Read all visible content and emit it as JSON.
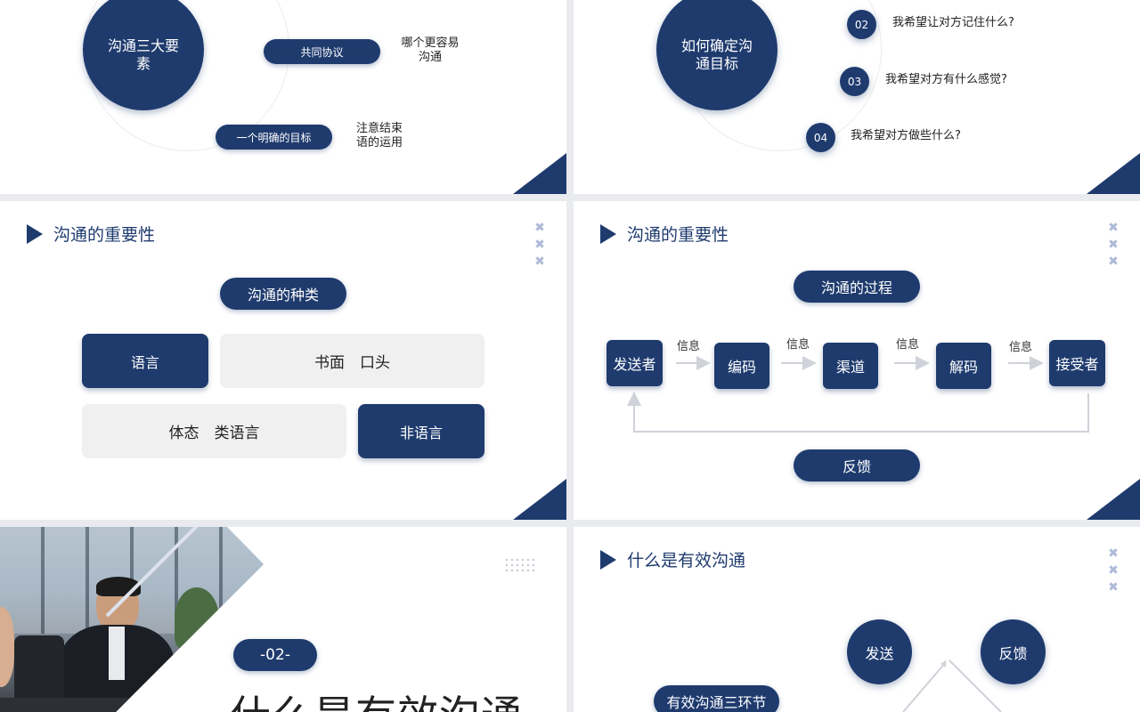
{
  "slide1": {
    "circle": "沟通三大要素",
    "pill1": "共同协议",
    "text1": "哪个更容易沟通",
    "pill2": "一个明确的目标",
    "text2": "注意结束语的运用"
  },
  "slide2": {
    "circle": "如何确定沟通目标",
    "items": [
      {
        "num": "02",
        "text": "我希望让对方记住什么?"
      },
      {
        "num": "03",
        "text": "我希望对方有什么感觉?"
      },
      {
        "num": "04",
        "text": "我希望对方做些什么?"
      }
    ]
  },
  "slide3": {
    "heading": "沟通的重要性",
    "pill": "沟通的种类",
    "box1": "语言",
    "box2": "书面　口头",
    "box3": "体态　类语言",
    "box4": "非语言"
  },
  "slide4": {
    "heading": "沟通的重要性",
    "pill": "沟通的过程",
    "nodes": [
      "发送者",
      "编码",
      "渠道",
      "解码",
      "接受者"
    ],
    "arrow_label": "信息",
    "feedback": "反馈"
  },
  "slide5": {
    "number": "-02-",
    "title": "什么是有效沟通"
  },
  "slide6": {
    "heading": "什么是有效沟通",
    "circle1": "发送",
    "circle2": "反馈",
    "pill": "有效沟通三环节"
  },
  "decor": {
    "x_mark": "✖"
  },
  "colors": {
    "navy": "#1f3b6e",
    "light_grey": "#f0f0f0",
    "x_mark": "#aebbd8"
  }
}
